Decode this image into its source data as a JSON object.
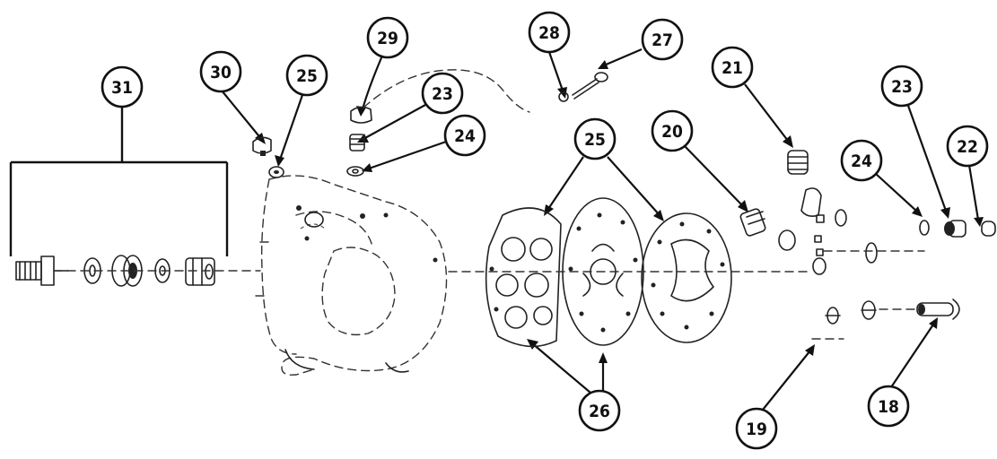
{
  "callouts": [
    {
      "id": "c31",
      "label": "31"
    },
    {
      "id": "c30",
      "label": "30"
    },
    {
      "id": "c25a",
      "label": "25"
    },
    {
      "id": "c29",
      "label": "29"
    },
    {
      "id": "c23a",
      "label": "23"
    },
    {
      "id": "c24a",
      "label": "24"
    },
    {
      "id": "c28",
      "label": "28"
    },
    {
      "id": "c27",
      "label": "27"
    },
    {
      "id": "c25b",
      "label": "25"
    },
    {
      "id": "c20",
      "label": "20"
    },
    {
      "id": "c21",
      "label": "21"
    },
    {
      "id": "c23b",
      "label": "23"
    },
    {
      "id": "c24b",
      "label": "24"
    },
    {
      "id": "c22",
      "label": "22"
    },
    {
      "id": "c26",
      "label": "26"
    },
    {
      "id": "c19",
      "label": "19"
    },
    {
      "id": "c18",
      "label": "18"
    }
  ]
}
